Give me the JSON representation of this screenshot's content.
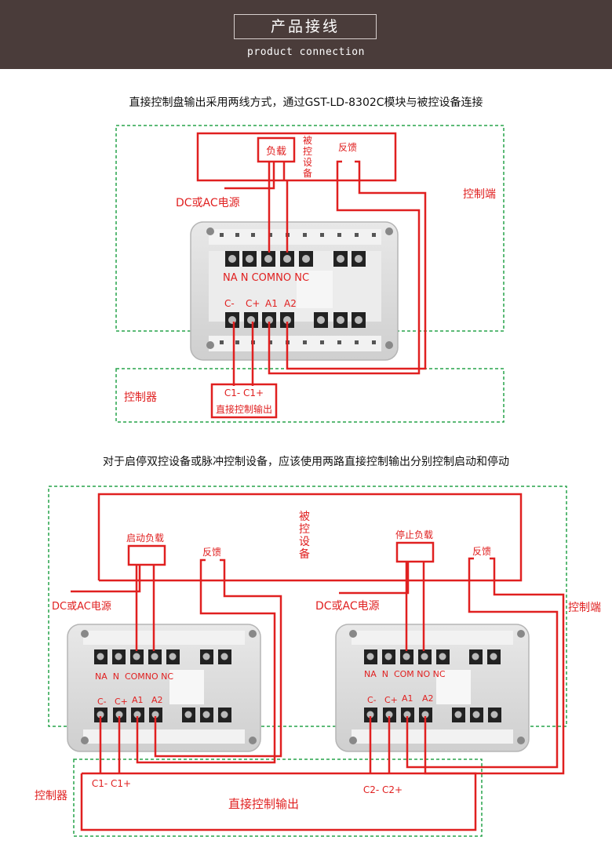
{
  "header": {
    "title": "产品接线",
    "subtitle": "product connection"
  },
  "diagram1": {
    "description": "直接控制盘输出采用两线方式，通过GST-LD-8302C模块与被控设备连接",
    "load": "负载",
    "controlled_device": [
      "被",
      "控",
      "设",
      "备"
    ],
    "feedback": "反馈",
    "power": "DC或AC电源",
    "control_end": "控制端",
    "top_terminals": "NA N COMNO NC",
    "bottom_terminals": [
      "C-",
      "C+",
      "A1",
      "A2"
    ],
    "controller": "控制器",
    "c_labels": "C1- C1+",
    "direct_output": "直接控制输出"
  },
  "diagram2": {
    "description": "对于启停双控设备或脉冲控制设备，应该使用两路直接控制输出分别控制启动和停动",
    "start_load": "启动负载",
    "stop_load": "停止负载",
    "controlled_device": [
      "被",
      "控",
      "设",
      "备"
    ],
    "feedback": "反馈",
    "power": "DC或AC电源",
    "control_end": "控制端",
    "left_top_terminals": "NA  N  COMNO NC",
    "right_top_terminals": "NA  N  COM NO NC",
    "bottom_terminals": [
      "C-",
      "C+",
      "A1",
      "A2"
    ],
    "controller": "控制器",
    "c1_labels": "C1- C1+",
    "c2_labels": "C2- C2+",
    "direct_output": "直接控制输出"
  },
  "colors": {
    "header_bg": "#4a3c3a",
    "wire": "#e02020",
    "dashed_border": "#27a34a",
    "module_body": "#d9d9d9"
  }
}
